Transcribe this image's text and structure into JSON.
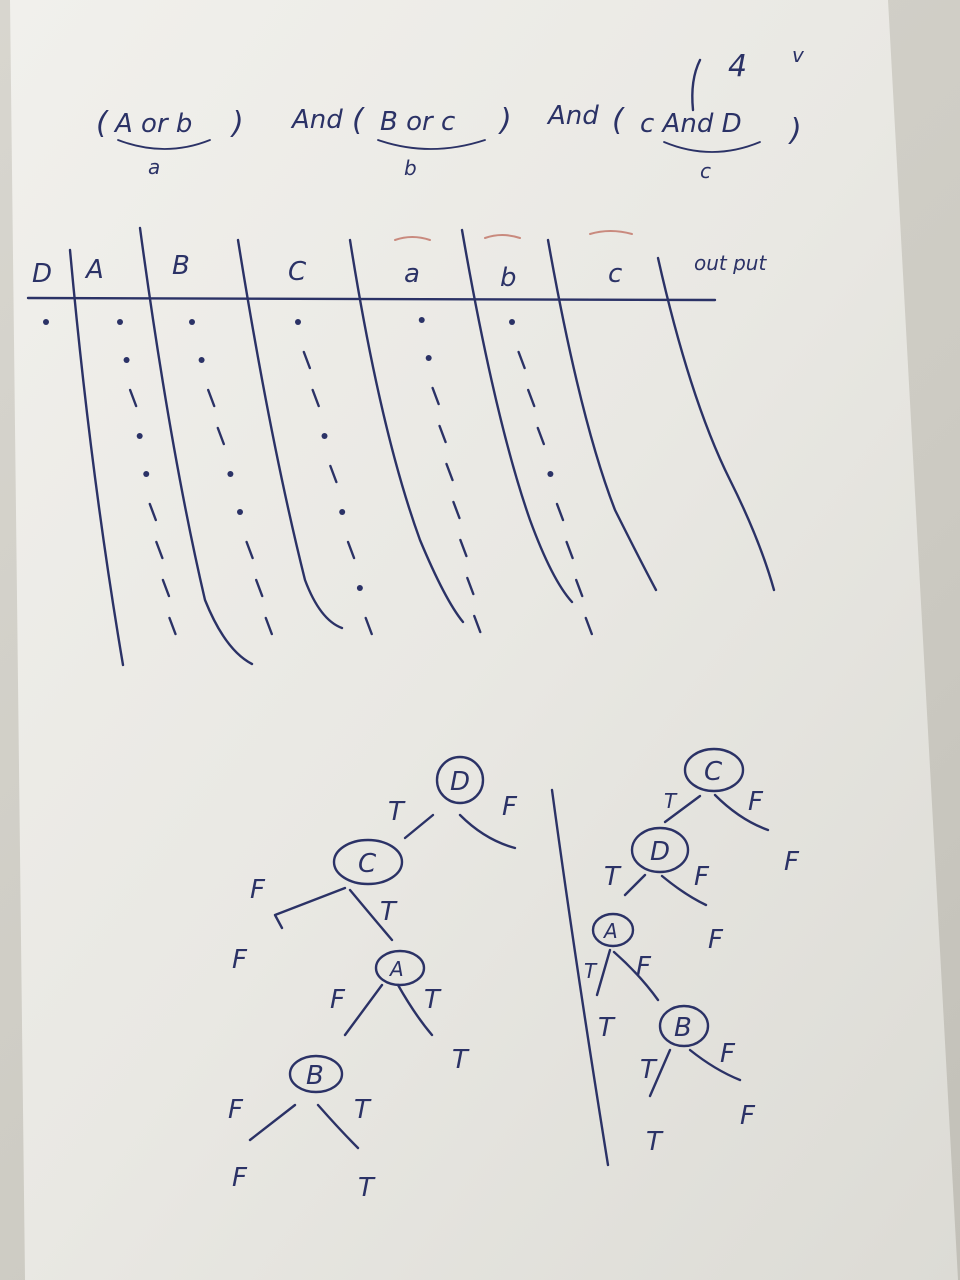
{
  "corner_mark": {
    "number": "4",
    "check": "v"
  },
  "expression": {
    "group_a": {
      "open": "(",
      "text": "A or b",
      "close": ")",
      "label": "a"
    },
    "and_1": "And",
    "group_b": {
      "open": "(",
      "text": "B or c",
      "close": ")",
      "label": "b"
    },
    "and_2": "And",
    "group_c": {
      "open": "(",
      "text": "c And D",
      "close": ")",
      "label": "c"
    }
  },
  "truth_table": {
    "headers": [
      "D",
      "A",
      "B",
      "C",
      "a",
      "b",
      "c",
      "out put"
    ],
    "columns": [
      {
        "name": "D",
        "values": [
          "0"
        ]
      },
      {
        "name": "A",
        "values": [
          "0",
          "0",
          "1",
          "0",
          "0",
          "1",
          "1",
          "1",
          "1"
        ]
      },
      {
        "name": "B",
        "values": [
          "0",
          "0",
          "1",
          "1",
          "0",
          "0",
          "1",
          "1",
          "1"
        ]
      },
      {
        "name": "C",
        "values": [
          "0",
          "1",
          "1",
          "0",
          "1",
          "0",
          "1",
          "0",
          "1"
        ]
      },
      {
        "name": "a",
        "values": [
          "0",
          "0",
          "1",
          "1",
          "1",
          "1",
          "1",
          "1",
          "1"
        ]
      },
      {
        "name": "b",
        "values": [
          "0",
          "1",
          "1",
          "1",
          "0",
          "1",
          "1",
          "1",
          "1"
        ]
      },
      {
        "name": "c",
        "values": []
      },
      {
        "name": "out put",
        "values": []
      }
    ]
  },
  "tree_left": {
    "root": "D",
    "edges": [
      {
        "from": "D",
        "label": "T",
        "to": "C"
      },
      {
        "from": "D",
        "label": "F"
      },
      {
        "from": "C",
        "label": "F",
        "to_leaf": "F"
      },
      {
        "from": "C",
        "label": "T",
        "to": "A"
      },
      {
        "from": "A",
        "label": "F"
      },
      {
        "from": "A",
        "label": "T",
        "to_leaf": "T"
      },
      {
        "from": "A",
        "label": "F",
        "to": "B"
      },
      {
        "from": "B",
        "label": "F",
        "to_leaf": "F"
      },
      {
        "from": "B",
        "label": "T",
        "to_leaf": "T"
      }
    ],
    "nodes": [
      "D",
      "C",
      "A",
      "B"
    ],
    "labels": [
      "T",
      "F",
      "F",
      "F",
      "T",
      "F",
      "T",
      "T",
      "F",
      "T",
      "F",
      "T"
    ]
  },
  "tree_right": {
    "root": "C",
    "nodes": [
      "C",
      "D",
      "A",
      "B"
    ],
    "labels": [
      "T",
      "F",
      "F",
      "T",
      "F",
      "F",
      "T",
      "F",
      "T",
      "T",
      "F",
      "F",
      "T"
    ]
  }
}
